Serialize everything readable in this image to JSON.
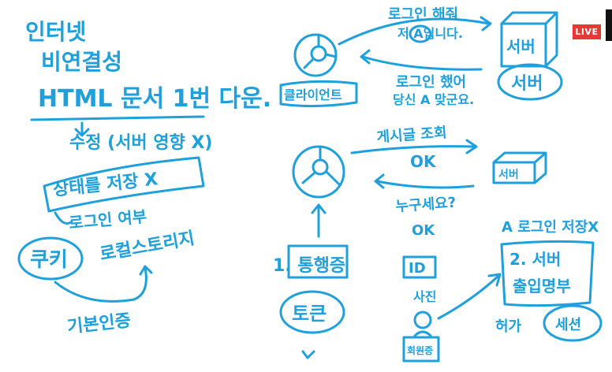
{
  "live_badge": "LIVE",
  "left_notes": {
    "line1": "인터넷",
    "line2": "비연결성",
    "line3": "HTML 문서 1번 다운.",
    "line4": "수정 (서버 영향 X)",
    "box_state": "상태를 저장 X",
    "login": "로그인 여부",
    "cookie": "쿠키",
    "local_storage": "로컬스토리지",
    "basic_auth": "기본인증"
  },
  "top_diagram": {
    "request_line1": "로그인 해줘",
    "request_line2": "저 A입니다.",
    "reply_line1": "로그인 했어",
    "reply_line2": "당신 A 맞군요.",
    "client": "클라이언트",
    "server_box": "서버",
    "server_circle": "서버"
  },
  "middle_diagram": {
    "request": "게시글 조회",
    "ok1": "OK",
    "who": "누구세요?",
    "ok2": "OK",
    "server_box": "서버"
  },
  "bottom_left": {
    "pass": "1. 통행증",
    "token": "토큰"
  },
  "bottom_mid": {
    "id": "ID",
    "photo": "사진",
    "card": "회원증"
  },
  "bottom_right": {
    "a_login": "A 로그인 저장X",
    "server_line1": "2. 서버",
    "server_line2": "출입명부",
    "permit": "허가",
    "session": "세션"
  }
}
